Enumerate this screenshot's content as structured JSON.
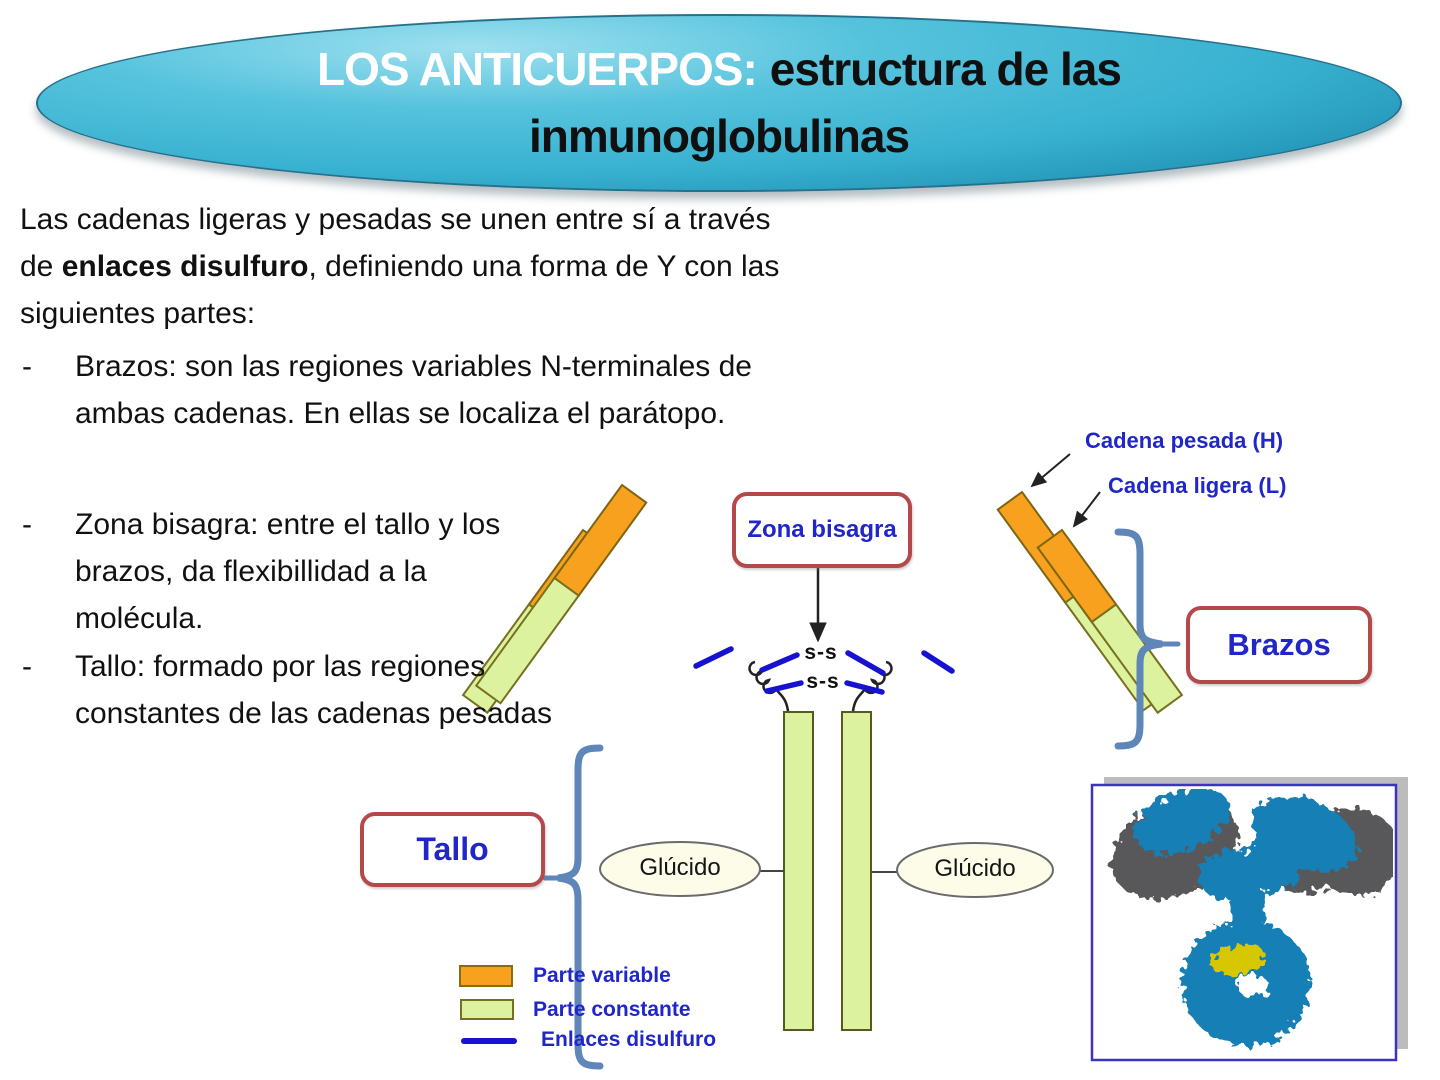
{
  "title": {
    "highlight": "LOS ANTICUERPOS:",
    "rest": "estructura de las",
    "line2": "inmunoglobulinas"
  },
  "intro": {
    "segments": [
      {
        "t": "Las cadenas ligeras y pesadas se unen entre sí a través de ",
        "b": false
      },
      {
        "t": "enlaces disulfuro",
        "b": true
      },
      {
        "t": ", definiendo una forma de Y con las siguientes partes:",
        "b": false
      }
    ]
  },
  "bullet_marker": "-",
  "bullets": [
    {
      "segments": [
        {
          "t": "Brazos",
          "b": true
        },
        {
          "t": ": son las regiones variables N-terminales de ambas cadenas. En ellas se localiza el parátopo.",
          "b": false
        }
      ]
    },
    {
      "segments": [
        {
          "t": "Zona bisagra",
          "b": true
        },
        {
          "t": ": entre el tallo y los brazos, da flexibillidad a la molécula.",
          "b": false
        }
      ]
    },
    {
      "segments": [
        {
          "t": "Tallo",
          "b": true
        },
        {
          "t": ": formado por las regiones constantes de las cadenas pesadas",
          "b": false
        }
      ]
    }
  ],
  "diagram": {
    "hinge_label": "Zona bisagra",
    "arms_label": "Brazos",
    "stem_label": "Tallo",
    "heavy_chain_label": "Cadena pesada (H)",
    "light_chain_label": "Cadena ligera (L)",
    "glucido_left": "Glúcido",
    "glucido_right": "Glúcido",
    "disulfide_text": "s-s",
    "legend": [
      {
        "label": "Parte variable",
        "swatch": "orange-rect"
      },
      {
        "label": "Parte constante",
        "swatch": "green-rect"
      },
      {
        "label": "Enlaces disulfuro",
        "swatch": "blue-line"
      }
    ]
  },
  "colors": {
    "variable-part": "#F7A11E",
    "constant-part": "#DCF29E",
    "disulfide-blue": "#1612D0",
    "label-blue": "#2026C8",
    "box-border-red": "#B4494B",
    "brace-blue": "#5E86B8",
    "title-teal": "#38B1D0",
    "molecule-blue": "#177FB5",
    "molecule-gray": "#58585A",
    "molecule-yellow": "#D7C704"
  }
}
